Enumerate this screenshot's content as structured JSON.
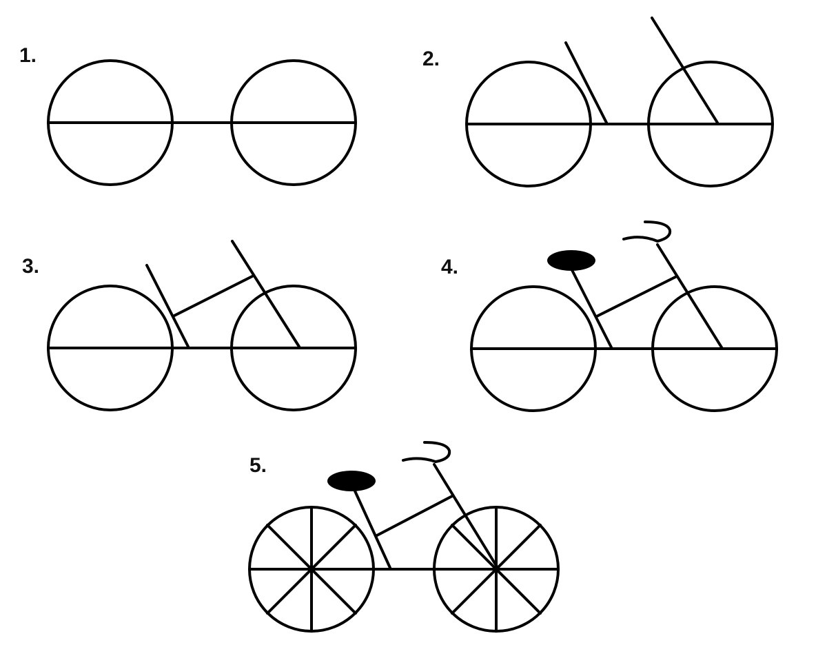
{
  "steps": [
    {
      "label": "1.",
      "parts": [
        "front-wheel",
        "rear-wheel",
        "axle-bar"
      ]
    },
    {
      "label": "2.",
      "parts": [
        "front-wheel",
        "rear-wheel",
        "axle-bar",
        "seat-tube",
        "fork-tube"
      ]
    },
    {
      "label": "3.",
      "parts": [
        "front-wheel",
        "rear-wheel",
        "axle-bar",
        "seat-tube",
        "fork-tube",
        "top-tube"
      ]
    },
    {
      "label": "4.",
      "parts": [
        "front-wheel",
        "rear-wheel",
        "axle-bar",
        "seat-tube",
        "fork-tube",
        "top-tube",
        "saddle",
        "handlebar"
      ]
    },
    {
      "label": "5.",
      "parts": [
        "front-wheel",
        "rear-wheel",
        "axle-bar",
        "seat-tube",
        "fork-tube",
        "top-tube",
        "saddle",
        "handlebar",
        "spokes"
      ]
    }
  ],
  "colors": {
    "background": "#ffffff",
    "line": "#000000",
    "label": "#111111"
  }
}
